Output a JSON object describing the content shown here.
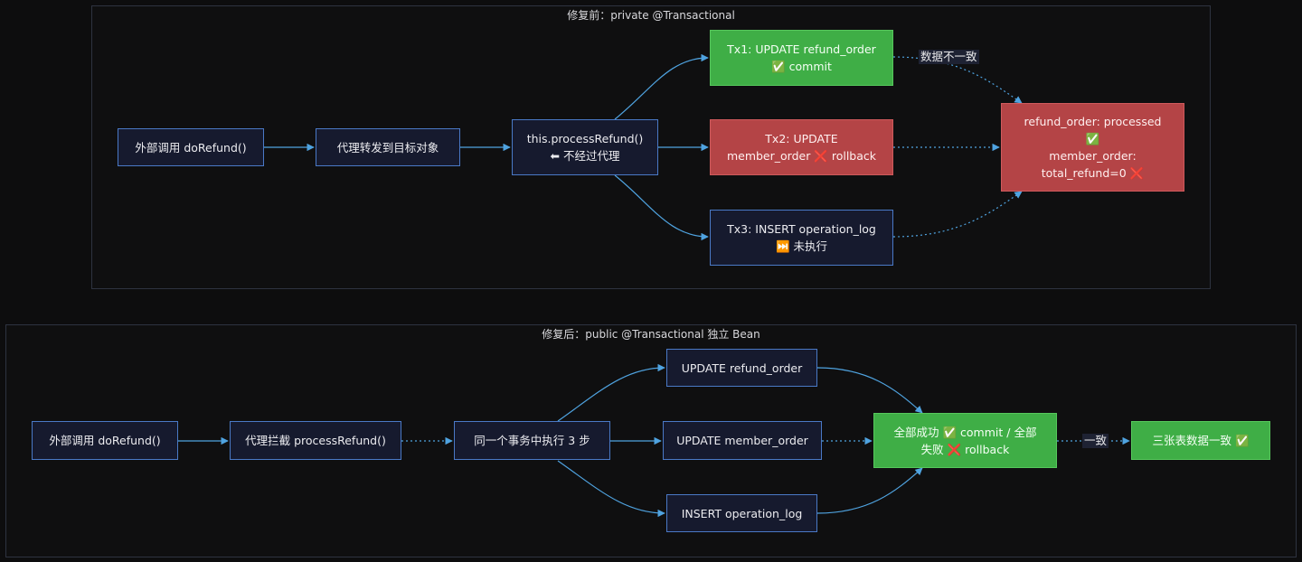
{
  "before": {
    "title": "修复前：private @Transactional",
    "external_call": "外部调用 doRefund()",
    "proxy_forward": "代理转发到目标对象",
    "self_call": "this.processRefund()\n⬅ 不经过代理",
    "tx1": "Tx1: UPDATE refund_order\n✅ commit",
    "tx2": "Tx2: UPDATE\nmember_order ❌ rollback",
    "tx3": "Tx3: INSERT operation_log\n⏭️ 未执行",
    "result": "refund_order: processed\n✅\nmember_order:\ntotal_refund=0 ❌",
    "inconsistent_label": "数据不一致"
  },
  "after": {
    "title": "修复后：public @Transactional 独立 Bean",
    "external_call": "外部调用 doRefund()",
    "proxy_intercept": "代理拦截 processRefund()",
    "same_tx": "同一个事务中执行 3 步",
    "update_refund": "UPDATE refund_order",
    "update_member": "UPDATE member_order",
    "insert_log": "INSERT operation_log",
    "all_or_nothing": "全部成功 ✅ commit / 全部\n失败 ❌ rollback",
    "consistent_label": "一致",
    "result": "三张表数据一致 ✅"
  },
  "colors": {
    "edge": "#4fa3e0",
    "node_border": "#4a79c6",
    "node_fill": "#161a2e",
    "success": "#3fae46",
    "failure": "#b44446"
  }
}
